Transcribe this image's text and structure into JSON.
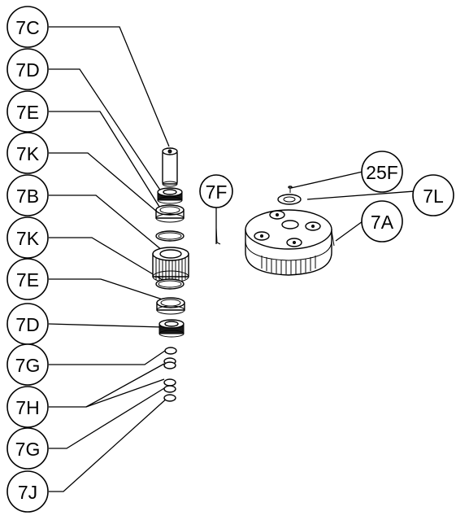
{
  "title": "",
  "colors": {
    "line": "#000000",
    "background": "#ffffff",
    "fill_dark": "#1a1a1a",
    "fill_mid": "#888888"
  },
  "callouts": [
    {
      "id": "c-7c",
      "label": "7C"
    },
    {
      "id": "c-7d-top",
      "label": "7D"
    },
    {
      "id": "c-7e-top",
      "label": "7E"
    },
    {
      "id": "c-7k-top",
      "label": "7K"
    },
    {
      "id": "c-7b",
      "label": "7B"
    },
    {
      "id": "c-7k-bottom",
      "label": "7K"
    },
    {
      "id": "c-7e-bottom",
      "label": "7E"
    },
    {
      "id": "c-7d-bottom",
      "label": "7D"
    },
    {
      "id": "c-7g-top",
      "label": "7G"
    },
    {
      "id": "c-7h",
      "label": "7H"
    },
    {
      "id": "c-7g-bottom",
      "label": "7G"
    },
    {
      "id": "c-7j",
      "label": "7J"
    },
    {
      "id": "c-7f",
      "label": "7F"
    },
    {
      "id": "c-25f",
      "label": "25F"
    },
    {
      "id": "c-7l",
      "label": "7L"
    },
    {
      "id": "c-7a",
      "label": "7A"
    }
  ]
}
